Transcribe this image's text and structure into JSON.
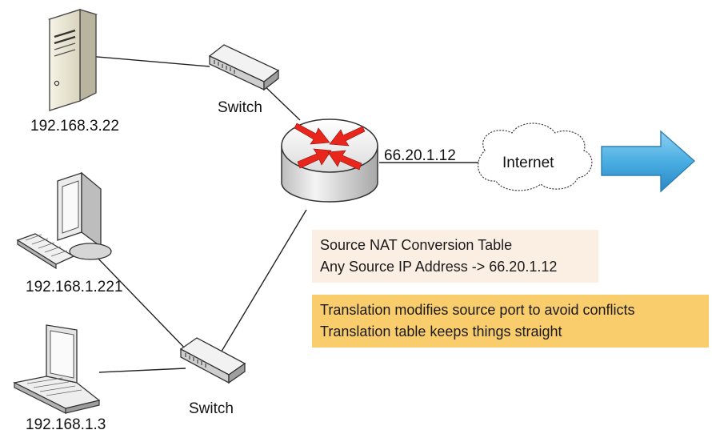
{
  "devices": {
    "server": {
      "ip": "192.168.3.22",
      "icon": "server-tower-icon"
    },
    "desktop": {
      "ip": "192.168.1.221",
      "icon": "desktop-computer-icon"
    },
    "laptop": {
      "ip": "192.168.1.3",
      "icon": "laptop-icon"
    },
    "switch_top": {
      "label": "Switch",
      "icon": "network-switch-icon"
    },
    "switch_bottom": {
      "label": "Switch",
      "icon": "network-switch-icon"
    },
    "router": {
      "wan_ip": "66.20.1.12",
      "icon": "router-icon"
    },
    "internet": {
      "label": "Internet",
      "icon": "cloud-icon"
    },
    "arrow": {
      "icon": "right-arrow-icon"
    }
  },
  "nat_table": {
    "title": "Source NAT Conversion Table",
    "rule": "Any Source IP Address -> 66.20.1.12",
    "background": "#fbeee3"
  },
  "note": {
    "lines": [
      "Translation modifies source port to avoid conflicts",
      "Translation table keeps things straight"
    ],
    "background": "#f9cd6c"
  },
  "colors": {
    "router_arrows": "#e8261c",
    "arrow_fill": "#4aaee2",
    "link_line": "#222222"
  }
}
